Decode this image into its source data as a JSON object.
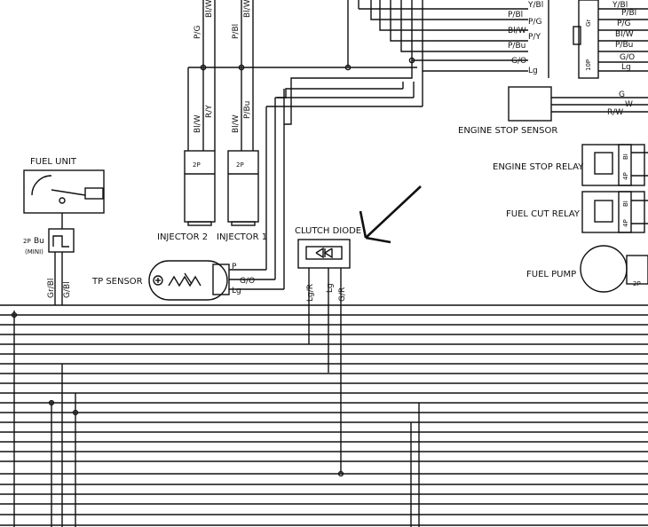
{
  "components": {
    "fuel_unit": "FUEL UNIT",
    "injector_2": "INJECTOR 2",
    "injector_1": "INJECTOR 1",
    "tp_sensor": "TP SENSOR",
    "clutch_diode": "CLUTCH DIODE",
    "engine_stop_sensor": "ENGINE STOP SENSOR",
    "engine_stop_relay": "ENGINE STOP RELAY",
    "fuel_cut_relay": "FUEL CUT RELAY",
    "fuel_pump": "FUEL PUMP"
  },
  "connectors": {
    "fuel_unit_2p": "2P",
    "fuel_unit_bu": "Bu",
    "fuel_unit_mini": "(MINI)",
    "injector_2p": "2P",
    "ecu_10p": "10P",
    "ecu_gr": "Gr",
    "relay_4p": "4P",
    "relay_bi": "BI",
    "pump_2p": "2P"
  },
  "wire_colors": {
    "top_left": [
      "P/G",
      "Bl/W",
      "P/Bl",
      "Bl/W"
    ],
    "injector_2": [
      "Bl/W",
      "R/Y"
    ],
    "injector_1": [
      "Bl/W",
      "P/Bu"
    ],
    "tp_sensor": [
      "P",
      "G/O",
      "Lg"
    ],
    "clutch_diode": [
      "Lg/R",
      "Lg",
      "G/R"
    ],
    "fuel_unit": [
      "Gr/Bl",
      "G/Bl"
    ],
    "ecu_left": [
      "Y/Bl",
      "P/Bl",
      "P/G",
      "Bl/W",
      "P/Y",
      "P/Bu",
      "G/O",
      "Lg"
    ],
    "ecu_right": [
      "Y/Bl",
      "P/Bl",
      "P/G",
      "Bl/W",
      "P/Bu",
      "G/O",
      "Lg"
    ],
    "engine_stop_sensor": [
      "G",
      "W",
      "R/W"
    ]
  },
  "annotation": {
    "arrow_color": "#e02020",
    "points_to": "CLUTCH DIODE"
  }
}
